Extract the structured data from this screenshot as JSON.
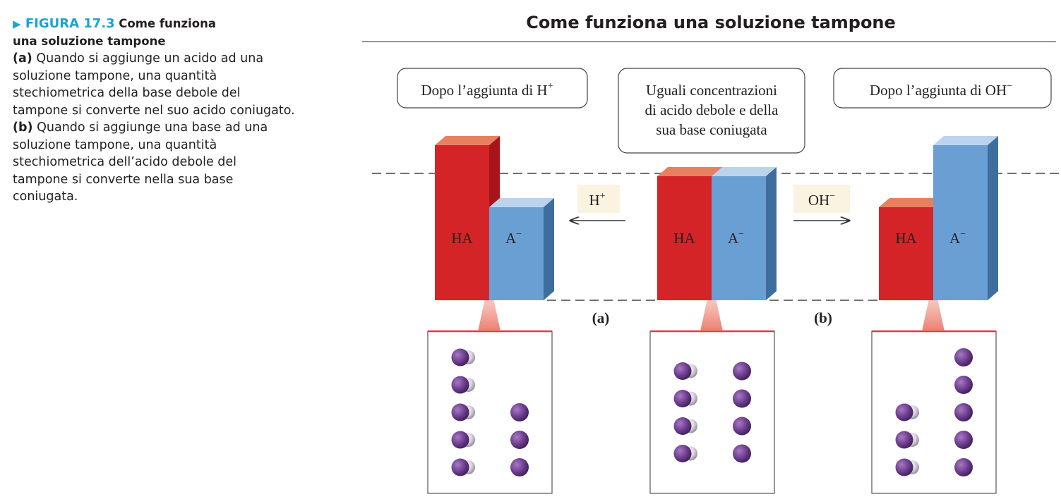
{
  "caption": {
    "figure_label": "FIGURA 17.3",
    "figure_title_1": "Come funziona",
    "figure_title_2": "una soluzione tampone",
    "part_a_label": "(a)",
    "part_a_text": "Quando si aggiunge un acido ad una soluzione tampone, una quantità stechiometrica della base debole del tampone si converte nel suo acido coniugato.",
    "part_b_label": "(b)",
    "part_b_text": "Quando si aggiunge una base ad una soluzione tampone, una quantità stechiometrica dell’acido debole del tampone si converte nella sua base coniugata."
  },
  "diagram": {
    "title": "Come funziona una soluzione tampone",
    "boxes": {
      "left": "Dopo l’aggiunta di H",
      "left_sup": "+",
      "middle_1": "Uguali concentrazioni",
      "middle_2": "di acido debole e della",
      "middle_3": "sua base coniugata",
      "right": "Dopo l’aggiunta di OH",
      "right_sup": "−"
    },
    "reagents": {
      "left": "H",
      "left_sup": "+",
      "right": "OH",
      "right_sup": "−"
    },
    "step_labels": {
      "a": "(a)",
      "b": "(b)"
    },
    "bar_labels": {
      "acid": "HA",
      "base": "A",
      "base_sup": "−"
    },
    "groups": [
      {
        "name": "after-acid",
        "HA": 5,
        "A": 3
      },
      {
        "name": "equal",
        "HA": 4,
        "A": 4
      },
      {
        "name": "after-base",
        "HA": 3,
        "A": 5
      }
    ],
    "colors": {
      "acid_front": "#d42427",
      "acid_top": "#e8805f",
      "acid_side": "#a8141a",
      "base_front": "#6a9fd3",
      "base_top": "#bcd3ee",
      "base_side": "#3e6e9e",
      "label_bg": "#faf3e0",
      "molecule_purple": "#6b3c8d",
      "hydrogen": "#d9d3dc",
      "pink_line": "#e8334a"
    }
  }
}
